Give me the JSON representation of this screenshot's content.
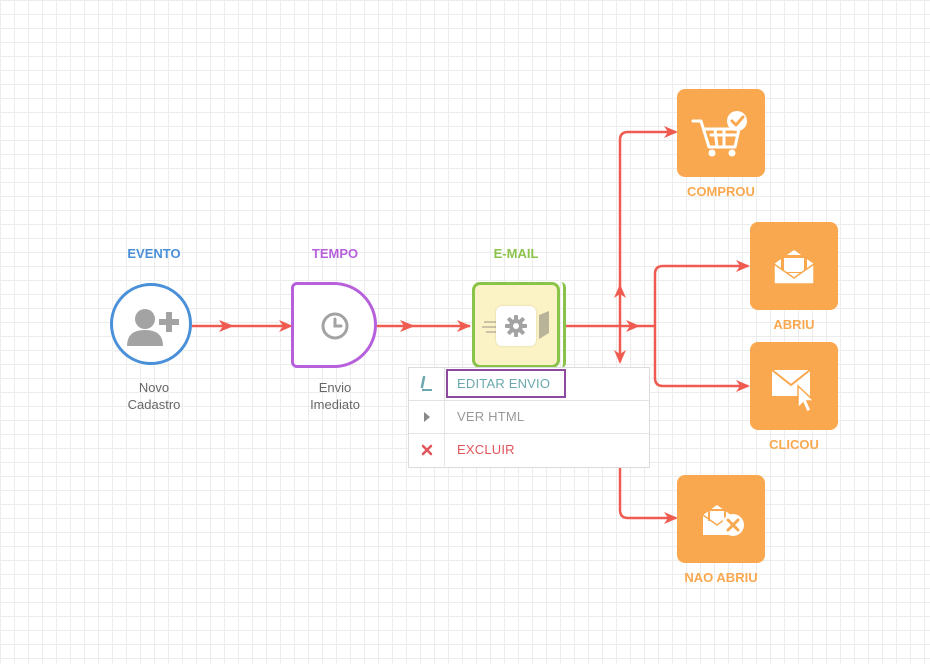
{
  "colors": {
    "flow_line": "#ef5b50",
    "evento": "#4a90d9",
    "tempo": "#b661db",
    "email": "#8bc34a",
    "email_fill": "#fbf3c6",
    "outcome": "#f9a84f",
    "menu_edit": "#6aa8ad",
    "menu_html": "#999999",
    "menu_delete": "#e0555a",
    "menu_highlight": "#8d4a9f"
  },
  "nodes": {
    "evento": {
      "title": "EVENTO",
      "caption_line1": "Novo",
      "caption_line2": "Cadastro",
      "icon": "add-user-icon"
    },
    "tempo": {
      "title": "TEMPO",
      "caption_line1": "Envio",
      "caption_line2": "Imediato",
      "icon": "clock-icon"
    },
    "email": {
      "title": "E-MAIL",
      "icon": "gear-icon"
    }
  },
  "outcomes": [
    {
      "label": "COMPROU",
      "icon": "cart-check-icon"
    },
    {
      "label": "ABRIU",
      "icon": "open-envelope-icon"
    },
    {
      "label": "CLICOU",
      "icon": "envelope-cursor-icon"
    },
    {
      "label": "NAO ABRIU",
      "icon": "unopened-envelope-x-icon"
    }
  ],
  "context_menu": {
    "items": [
      {
        "label": "EDITAR ENVIO",
        "icon": "pencil-icon",
        "selected": true
      },
      {
        "label": "VER HTML",
        "icon": "play-icon",
        "selected": false
      },
      {
        "label": "EXCLUIR",
        "icon": "x-icon",
        "selected": false
      }
    ]
  }
}
